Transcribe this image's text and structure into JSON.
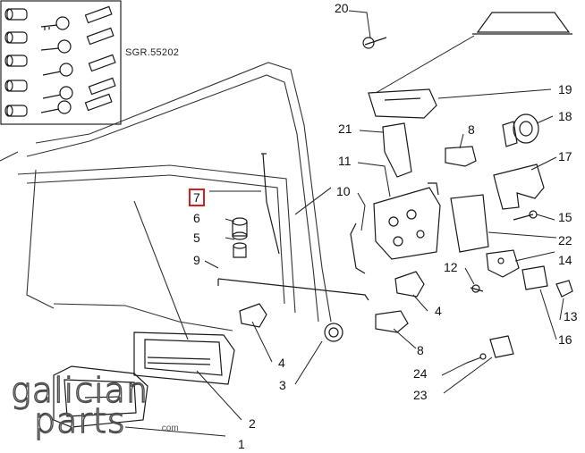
{
  "diagram": {
    "catalog_code": "SGR.55202",
    "highlighted_part": "7",
    "part_labels": {
      "p1": "1",
      "p2": "2",
      "p3": "3",
      "p4a": "4",
      "p4b": "4",
      "p5": "5",
      "p6": "6",
      "p7": "7",
      "p8a": "8",
      "p8b": "8",
      "p9": "9",
      "p10": "10",
      "p11": "11",
      "p12": "12",
      "p13": "13",
      "p14": "14",
      "p15": "15",
      "p16": "16",
      "p17": "17",
      "p18": "18",
      "p19": "19",
      "p20": "20",
      "p21": "21",
      "p22": "22",
      "p23": "23",
      "p24": "24"
    },
    "highlight_color": "#d21f1f",
    "line_color": "#1a1a1a"
  },
  "watermark": {
    "line1": "galician",
    "line2": "parts",
    "suffix": ".com"
  }
}
